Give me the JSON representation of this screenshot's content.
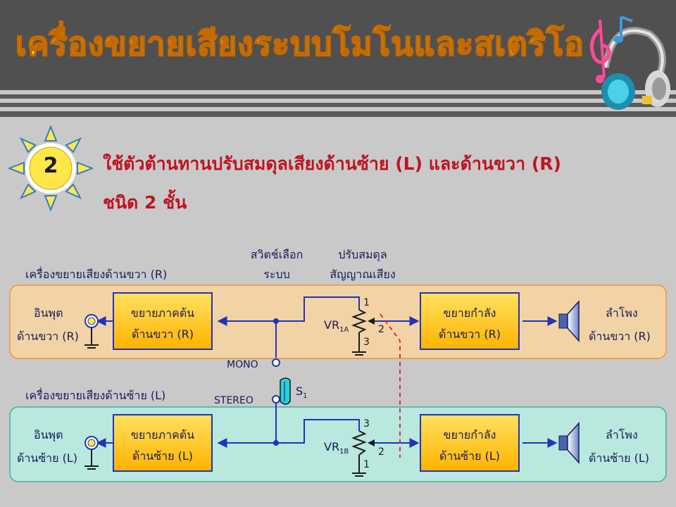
{
  "slide": {
    "title": "เครื่องขยายเสียงระบบโมโนและสเตริโอ",
    "number": "2",
    "heading_line1": "ใช้ตัวต้านทานปรับสมดุลเสียงด้านซ้าย (L) และด้านขวา (R)",
    "heading_line2": "ชนิด 2 ชั้น"
  },
  "icons": [
    "sun-badge-icon",
    "music-note-icon",
    "headphones-icon"
  ],
  "colors": {
    "title_text": "#ffff33",
    "header_bg": "#505050",
    "heading_text": "#c0141e",
    "right_channel_panel": "#f2d3a6",
    "left_channel_panel": "#b8e8de",
    "block_fill": "#ffc820",
    "wire": "#2233bb",
    "gang_link": "#e02020"
  },
  "diagram": {
    "switch_label_1": "สวิตช์เลือก",
    "switch_label_2": "ระบบ",
    "balance_label_1": "ปรับสมดุล",
    "balance_label_2": "สัญญาณเสียง",
    "right": {
      "panel_label": "เครื่องขยายเสียงด้านขวา (R)",
      "input_1": "อินพุต",
      "input_2": "ด้านขวา (R)",
      "pre_1": "ขยายภาคต้น",
      "pre_2": "ด้านขวา (R)",
      "vr": "VR",
      "vr_sub": "1A",
      "power_1": "ขยายกำลัง",
      "power_2": "ด้านขวา (R)",
      "speaker_1": "ลำโพง",
      "speaker_2": "ด้านขวา (R)",
      "pin_top": "1",
      "pin_wiper": "2",
      "pin_bottom": "3"
    },
    "left": {
      "panel_label": "เครื่องขยายเสียงด้านซ้าย (L)",
      "input_1": "อินพุต",
      "input_2": "ด้านซ้าย (L)",
      "pre_1": "ขยายภาคต้น",
      "pre_2": "ด้านซ้าย (L)",
      "vr": "VR",
      "vr_sub": "1B",
      "power_1": "ขยายกำลัง",
      "power_2": "ด้านซ้าย (L)",
      "speaker_1": "ลำโพง",
      "speaker_2": "ด้านซ้าย (L)",
      "pin_top": "3",
      "pin_wiper": "2",
      "pin_bottom": "1"
    },
    "mono": "MONO",
    "stereo": "STEREO",
    "switch": "S",
    "switch_sub": "1"
  }
}
